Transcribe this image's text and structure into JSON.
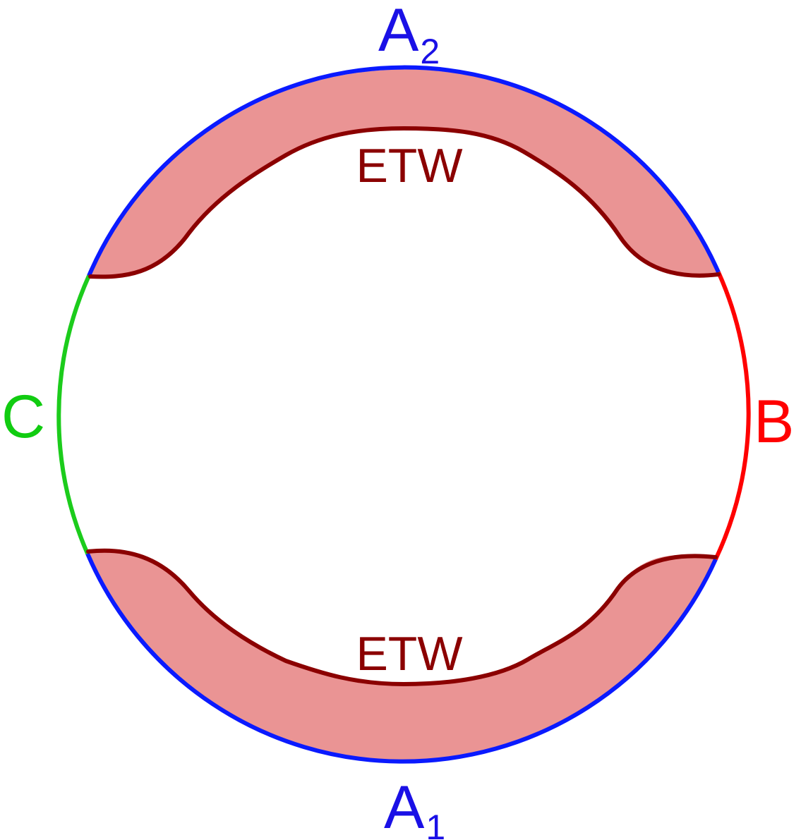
{
  "labels": {
    "top": {
      "main": "A",
      "sub": "2"
    },
    "bottom": {
      "main": "A",
      "sub": "1"
    },
    "left": "C",
    "right": "B",
    "etw_top": "ETW",
    "etw_bottom": "ETW"
  },
  "colors": {
    "arc_a": "#0a1aff",
    "arc_b": "#ff0000",
    "arc_c": "#1ccc1c",
    "etw_line": "#8b0000",
    "etw_fill": "#ea9494",
    "label_a": "#1a10e6",
    "label_b": "#ff0000",
    "label_c": "#11cc11",
    "label_etw": "#8b0000"
  }
}
